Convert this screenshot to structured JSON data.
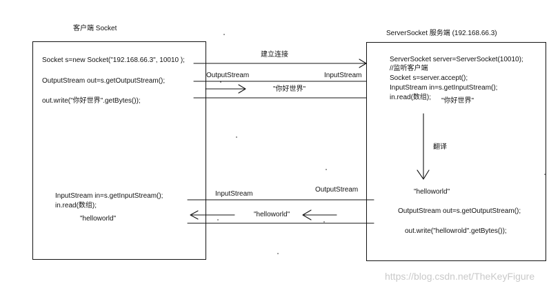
{
  "client": {
    "title": "客户端   Socket",
    "code": [
      "Socket s=new Socket(\"192.168.66.3\", 10010 );",
      "OutputStream out=s.getOutputStream();",
      "out.write(\"你好世界\".getBytes());",
      "InputStream  in=s.getInputStream();",
      "in.read(数组);",
      "\"helloworld\""
    ]
  },
  "server": {
    "title": "ServerSocket  服务端    (192.168.66.3)",
    "code": [
      "ServerSocket  server=ServerSocket(10010);",
      "//监听客户端",
      "Socket s=server.accept();",
      "InputStream  in=s.getInputStream();",
      "in.read(数组);",
      "\"你好世界\"",
      "\"helloworld\"",
      "OutputStream out=s.getOutputStream();",
      "out.write(\"hellowrold\".getBytes());"
    ]
  },
  "arrows": {
    "connect": "建立连接",
    "output_stream_top": "OutputStream",
    "input_stream_top": "InputStream",
    "message_top": "\"你好世界\"",
    "translate": "翻译",
    "input_stream_bottom": "InputStream",
    "output_stream_bottom": "OutputStream",
    "message_bottom": "\"helloworld\""
  },
  "watermark": "https://blog.csdn.net/TheKeyFigure"
}
